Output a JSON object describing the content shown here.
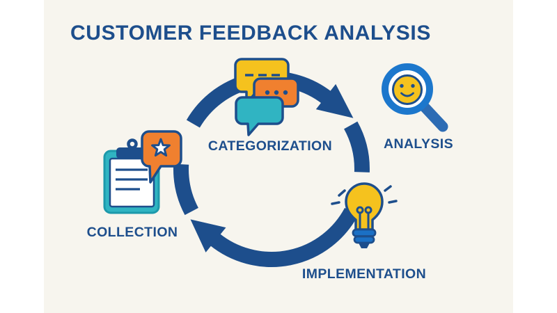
{
  "title": "CUSTOMER FEEDBACK ANALYSIS",
  "diagram": {
    "type": "cycle",
    "direction": "clockwise",
    "stages": [
      {
        "label": "COLLECTION",
        "icon": "clipboard-star-icon"
      },
      {
        "label": "CATEGORIZATION",
        "icon": "chat-bubbles-icon"
      },
      {
        "label": "ANALYSIS",
        "icon": "magnifier-smiley-icon"
      },
      {
        "label": "IMPLEMENTATION",
        "icon": "lightbulb-icon"
      }
    ]
  },
  "colors": {
    "page_background": "#FFFFFF",
    "canvas_background": "#F7F5EE",
    "navy": "#1D4E8C",
    "bright_blue": "#1C77CC",
    "medium_blue": "#2D6CB4",
    "bulb_base_blue": "#1B70C5",
    "yellow": "#F5C21E",
    "orange": "#F0802F",
    "teal": "#30B4C2",
    "teal_border": "#1D99AB",
    "white": "#FFFFFF"
  }
}
